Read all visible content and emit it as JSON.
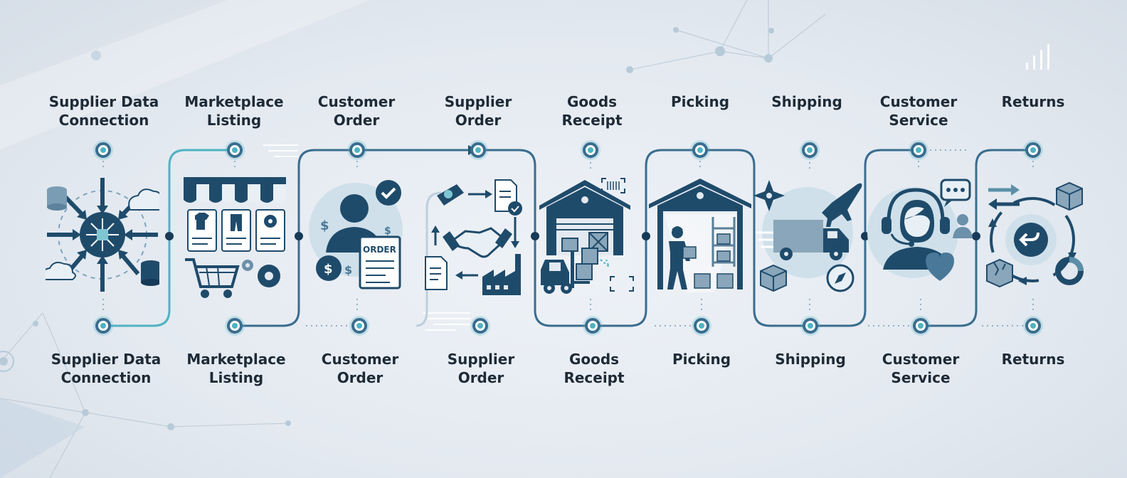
{
  "stages": [
    {
      "id": "supplier-data-connection",
      "label": "Supplier Data\nConnection",
      "icon": "data-hub-icon"
    },
    {
      "id": "marketplace-listing",
      "label": "Marketplace\nListing",
      "icon": "storefront-icon"
    },
    {
      "id": "customer-order",
      "label": "Customer\nOrder",
      "icon": "customer-order-icon"
    },
    {
      "id": "supplier-order",
      "label": "Supplier\nOrder",
      "icon": "supplier-handshake-icon"
    },
    {
      "id": "goods-receipt",
      "label": "Goods\nReceipt",
      "icon": "warehouse-forklift-icon"
    },
    {
      "id": "picking",
      "label": "Picking",
      "icon": "warehouse-worker-icon"
    },
    {
      "id": "shipping",
      "label": "Shipping",
      "icon": "delivery-truck-icon"
    },
    {
      "id": "customer-service",
      "label": "Customer\nService",
      "icon": "support-agent-icon"
    },
    {
      "id": "returns",
      "label": "Returns",
      "icon": "return-cycle-icon"
    }
  ],
  "colors": {
    "primary": "#1f4b6b",
    "dark": "#163a57",
    "accent": "#4fb3c2",
    "track": "#3a6d8f",
    "light": "#cfe4ec",
    "text": "#1e2a36"
  }
}
